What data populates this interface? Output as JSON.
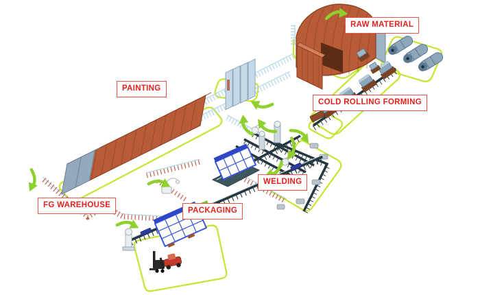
{
  "diagram_type": "isometric-factory-process-flow",
  "labels": [
    {
      "id": "raw-material",
      "text": "RAW MATERIAL"
    },
    {
      "id": "painting",
      "text": "PAINTING"
    },
    {
      "id": "cold-rolling-forming",
      "text": "COLD ROLLING FORMING"
    },
    {
      "id": "welding",
      "text": "WELDING"
    },
    {
      "id": "packaging",
      "text": "PACKAGING"
    },
    {
      "id": "fg-warehouse",
      "text": "FG WAREHOUSE"
    }
  ],
  "colors": {
    "label_text": "#e3211c",
    "label_border": "#e4554a",
    "label_bg": "#ffffff",
    "building_orange": "#b85c38",
    "building_rib": "#8a3a20",
    "building_top": "#d4805a",
    "gray_panel": "#93a9bd",
    "cabinet_blue": "#c6d9e6",
    "fence_blue": "#aed6e8",
    "fence_red": "#c2614b",
    "walkway_green": "#c9e438",
    "arrow_green": "#8fcf2e",
    "conveyor_dark": "#24363e",
    "package_navy": "#2a3d9e",
    "rack_blue": "#3a57d8",
    "machine_gray": "#8ca6bb",
    "forklift_red": "#c23b2a"
  },
  "icons": {
    "flow_arrow": "curved-green-arrow",
    "fence": "hatched-tick-line",
    "walkway": "rounded-green-loop"
  }
}
